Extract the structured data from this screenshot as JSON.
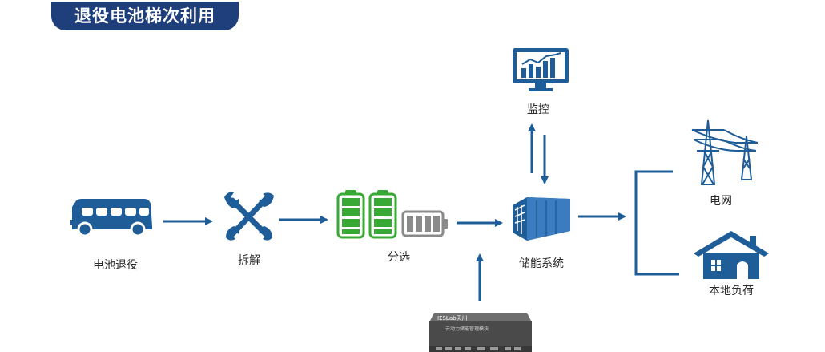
{
  "title": "退役电池梯次利用",
  "nodes": {
    "retire": "电池退役",
    "disassemble": "拆解",
    "sort": "分选",
    "storage": "储能系统",
    "monitor": "监控",
    "grid": "电网",
    "load": "本地负荷"
  },
  "device": {
    "brand": "IESLab天川",
    "caption": "云动力储能管理模块"
  },
  "colors": {
    "primary": "#1f5d99",
    "title_bg": "#1f3f7c",
    "battery_green": "#39a935",
    "battery_gray": "#8a8a8a"
  }
}
